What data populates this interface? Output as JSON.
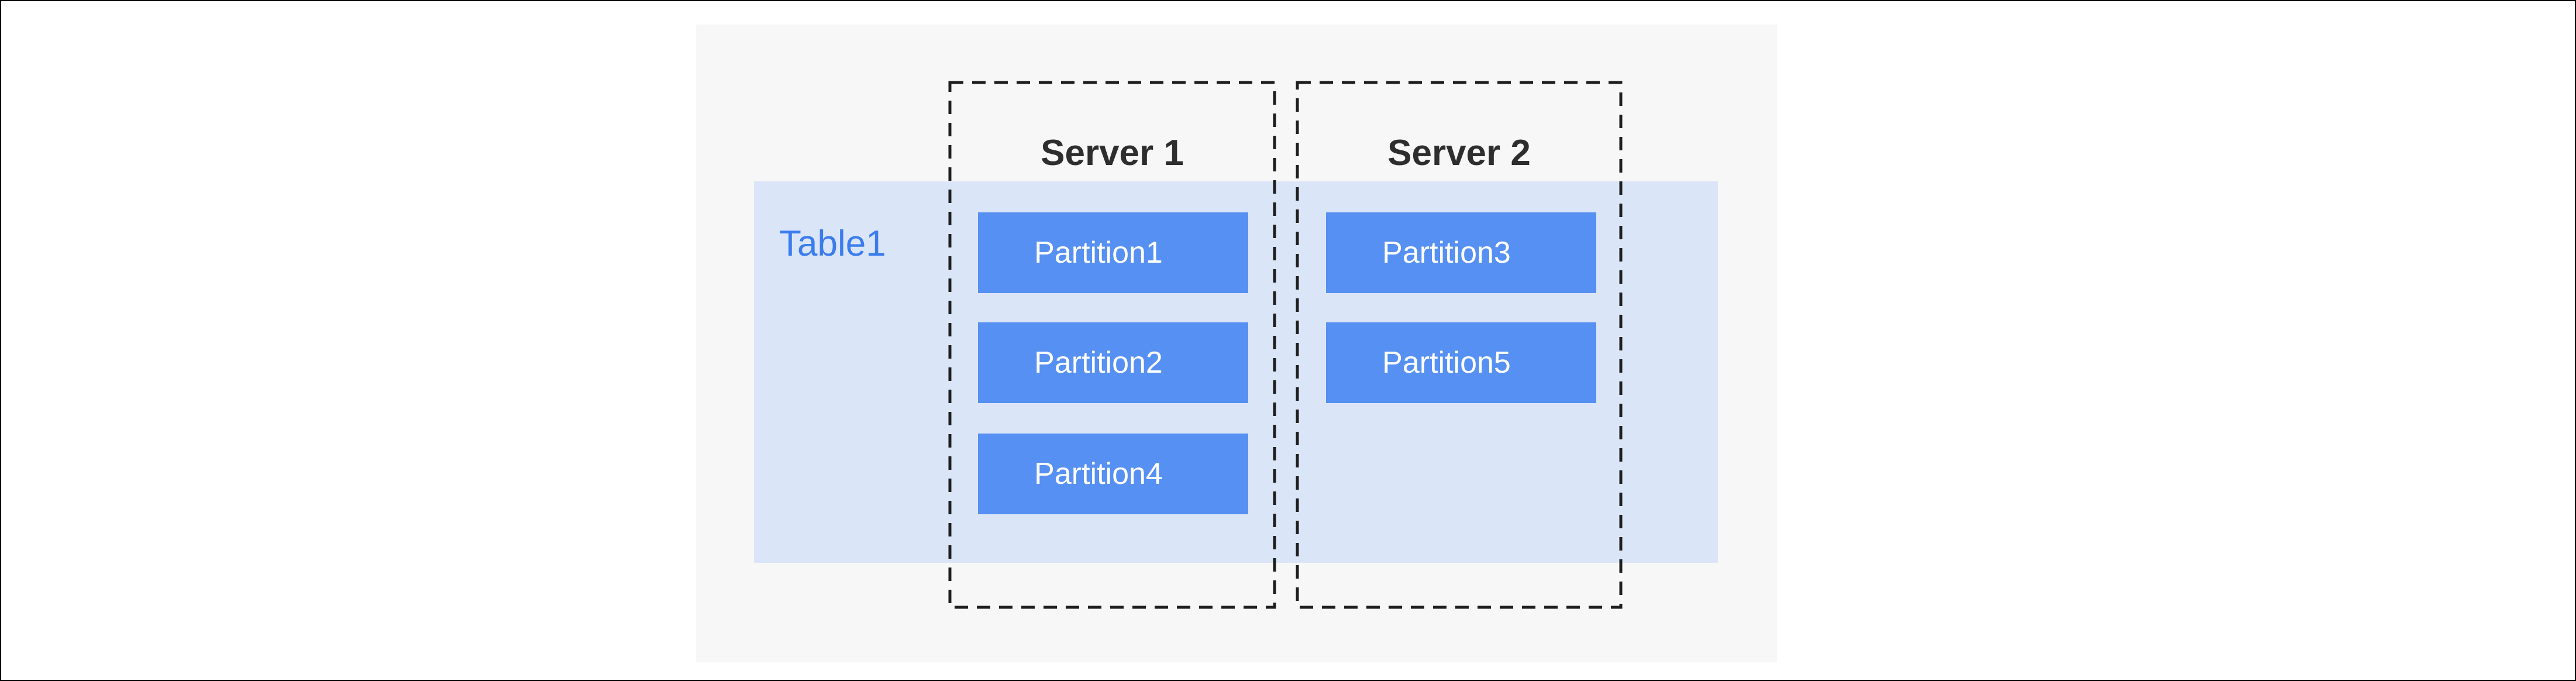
{
  "diagram": {
    "table_label": "Table1",
    "servers": [
      {
        "label": "Server 1",
        "partitions": [
          "Partition1",
          "Partition2",
          "Partition4"
        ]
      },
      {
        "label": "Server 2",
        "partitions": [
          "Partition3",
          "Partition5"
        ]
      }
    ],
    "colors": {
      "canvas_fill": "#F7F7F7",
      "table_fill": "#DBE5F8",
      "table_label_text": "#3B7DED",
      "partition_fill": "#5590F2",
      "partition_text": "#FFFFFF",
      "server_boundary_stroke": "#1E1E1E",
      "server_label_text": "#2E2E2E"
    }
  }
}
